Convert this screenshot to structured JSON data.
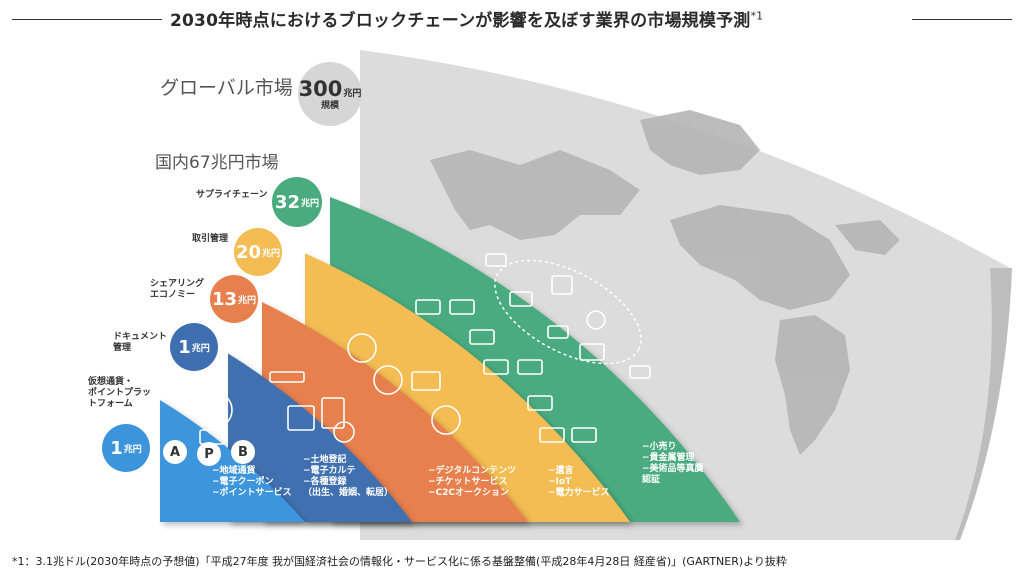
{
  "title": "2030年時点におけるブロックチェーンが影響を及ぼす業界の市場規模予測",
  "title_note": "*1",
  "global": {
    "label": "グローバル市場",
    "value": "300",
    "unit": "兆円",
    "sub": "規模"
  },
  "domestic": {
    "label": "国内67兆円市場"
  },
  "sectors": [
    {
      "name": "サプライチェーン",
      "value": "32",
      "unit": "兆円",
      "color": "#4aab7f",
      "items": [
        "−小売り",
        "−貴金属管理",
        "−美術品等真贋",
        "認証"
      ]
    },
    {
      "name": "取引管理",
      "value": "20",
      "unit": "兆円",
      "color": "#f4bd53",
      "items": [
        "−遺言",
        "−IoT",
        "−電力サービス"
      ]
    },
    {
      "name": "シェアリング\nエコノミー",
      "value": "13",
      "unit": "兆円",
      "color": "#e8804d",
      "items": [
        "−デジタルコンテンツ",
        "−チケットサービス",
        "−C2Cオークション"
      ]
    },
    {
      "name": "ドキュメント\n管理",
      "value": "1",
      "unit": "兆円",
      "color": "#3f6fb0",
      "items": [
        "−土地登記",
        "−電子カルテ",
        "−各種登録",
        "（出生、婚姻、転居）"
      ]
    },
    {
      "name": "仮想通貨・\nポイントプラッ\nトフォーム",
      "value": "1",
      "unit": "兆円",
      "color": "#3c95dc",
      "items": [
        "−地域通貨",
        "−電子クーポン",
        "−ポイントサービス"
      ]
    }
  ],
  "coin_letters": [
    "A",
    "P",
    "B"
  ],
  "footnote": "*1：3.1兆ドル(2030年時点の予想値)「平成27年度 我が国経済社会の情報化・サービス化に係る基盤整備(平成28年4月28日 経産省)」(GARTNER)より抜粋",
  "colors": {
    "globe": "#d9d9d9",
    "globe_shadow": "#c4c4c4",
    "land": "#b3b3b3",
    "global_circle": "#d6d6d6"
  }
}
